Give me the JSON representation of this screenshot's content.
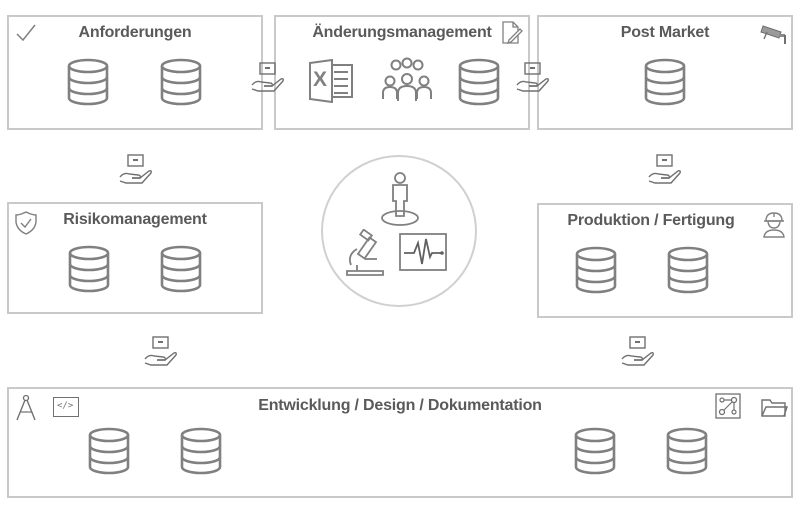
{
  "boxes": {
    "anforderungen": "Anforderungen",
    "aenderungsmanagement": "Änderungsmanagement",
    "post_market": "Post Market",
    "risikomanagement": "Risikomanagement",
    "produktion": "Produktion / Fertigung",
    "entwicklung": "Entwicklung / Design / Dokumentation"
  },
  "icons": {
    "excel_letter": "X",
    "code_tag": "</>"
  },
  "colors": {
    "border": "#c9c9c9",
    "icon": "#808080",
    "title": "#5a5a5a"
  }
}
